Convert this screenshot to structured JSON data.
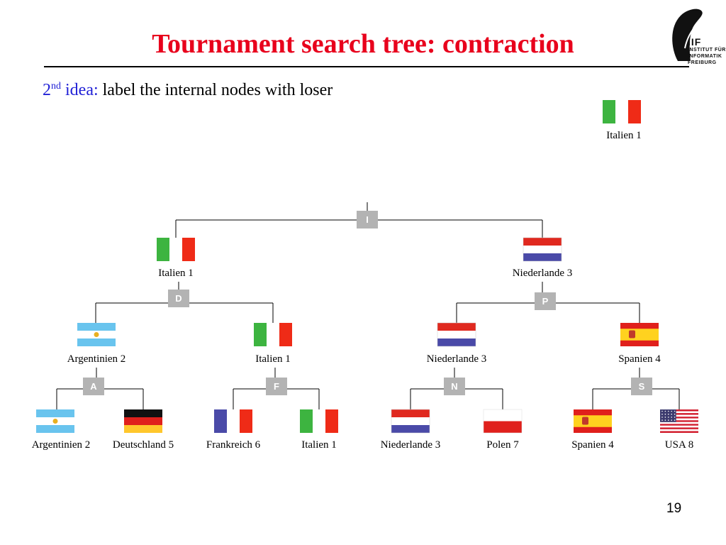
{
  "title": "Tournament search tree: contraction",
  "subtitle": {
    "num": "2",
    "sup": "nd",
    "idea": "idea:",
    "rest": "label the internal nodes with loser"
  },
  "logo": {
    "big": "IIF",
    "line1": "INSTITUT FÜR",
    "line2": "INFORMATIK",
    "line3": "FREIBURG"
  },
  "winner": {
    "flag": "italy",
    "label": "Italien 1"
  },
  "internal_nodes": [
    {
      "id": "root",
      "letter": "I"
    },
    {
      "id": "left",
      "letter": "D"
    },
    {
      "id": "right",
      "letter": "P"
    },
    {
      "id": "a",
      "letter": "A"
    },
    {
      "id": "f",
      "letter": "F"
    },
    {
      "id": "n",
      "letter": "N"
    },
    {
      "id": "s",
      "letter": "S"
    }
  ],
  "level1": [
    {
      "flag": "italy",
      "label": "Italien 1"
    },
    {
      "flag": "netherlands",
      "label": "Niederlande 3"
    }
  ],
  "level2": [
    {
      "flag": "argentina",
      "label": "Argentinien 2"
    },
    {
      "flag": "italy",
      "label": "Italien 1"
    },
    {
      "flag": "netherlands",
      "label": "Niederlande 3"
    },
    {
      "flag": "spain",
      "label": "Spanien 4"
    }
  ],
  "leaves": [
    {
      "flag": "argentina",
      "label": "Argentinien 2"
    },
    {
      "flag": "germany",
      "label": "Deutschland 5"
    },
    {
      "flag": "france",
      "label": "Frankreich 6"
    },
    {
      "flag": "italy",
      "label": "Italien 1"
    },
    {
      "flag": "netherlands",
      "label": "Niederlande 3"
    },
    {
      "flag": "poland",
      "label": "Polen 7"
    },
    {
      "flag": "spain",
      "label": "Spanien 4"
    },
    {
      "flag": "usa",
      "label": "USA 8"
    }
  ],
  "colors": {
    "title": "#e8001c",
    "idea": "#1f1fd6",
    "node_box": "#b3b3b3"
  },
  "page_number": "19"
}
